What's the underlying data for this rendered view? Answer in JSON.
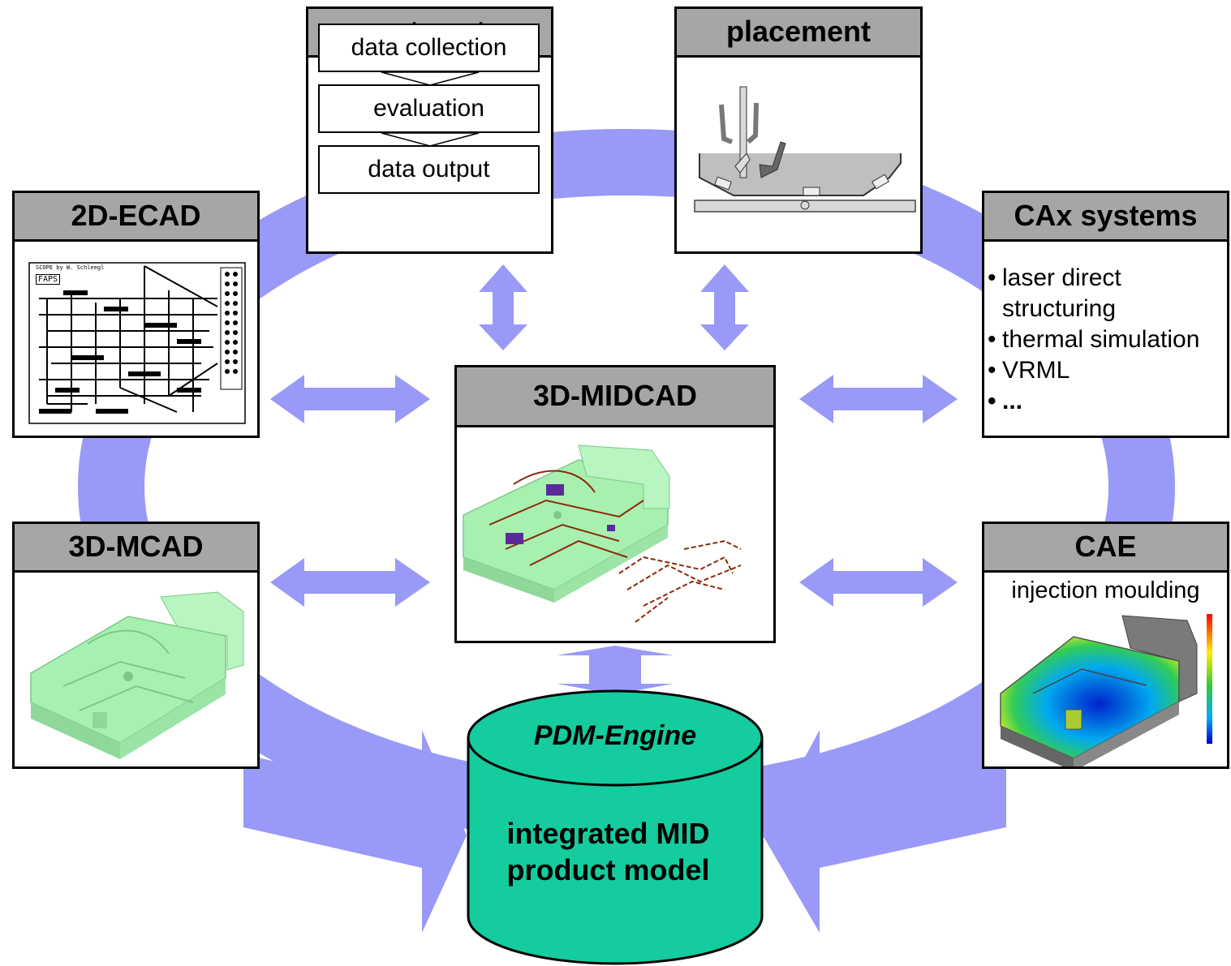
{
  "colors": {
    "arrow": "#9999f7",
    "title_bar": "#a6a6a6",
    "cylinder": "#14cc9e",
    "model_green": "#a8f0b0",
    "trace": "#8a2a0a"
  },
  "expert_system": {
    "title": "expert system",
    "steps": [
      "data collection",
      "evaluation",
      "data output"
    ]
  },
  "placement": {
    "title": "placement"
  },
  "ecad": {
    "title": "2D-ECAD",
    "pcb_header": "SCOPE by W. Schleegl",
    "pcb_logo": "FAPS"
  },
  "cax": {
    "title": "CAx systems",
    "items": [
      "laser direct structuring",
      "thermal simulation",
      "VRML",
      "..."
    ]
  },
  "midcad": {
    "title": "3D-MIDCAD"
  },
  "mcad": {
    "title": "3D-MCAD"
  },
  "cae": {
    "title": "CAE",
    "subtitle": "injection moulding"
  },
  "pdm": {
    "title": "PDM-Engine",
    "line1": "integrated MID",
    "line2": "product model"
  }
}
